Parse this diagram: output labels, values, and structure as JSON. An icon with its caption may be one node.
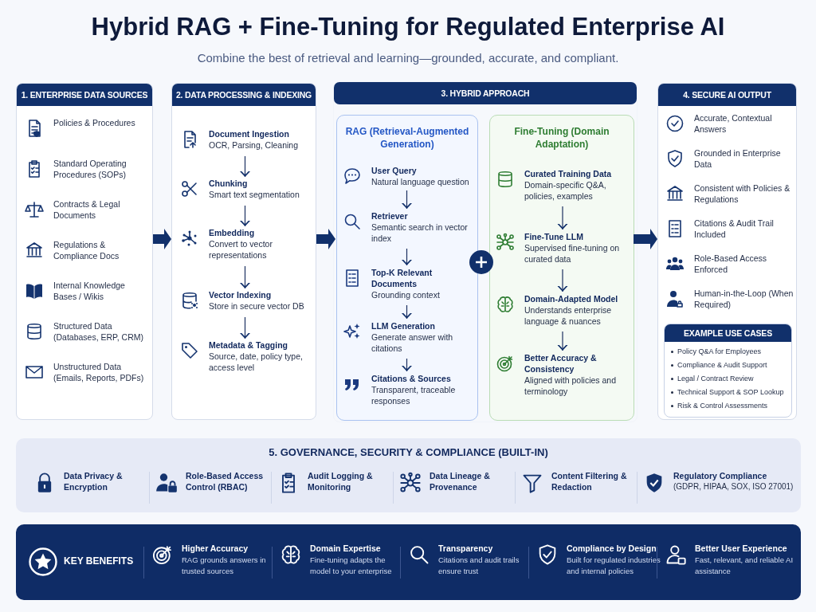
{
  "diagram": {
    "title": "Hybrid RAG + Fine-Tuning for Regulated Enterprise AI",
    "nodes": [
      {
        "text": [
          "1. ENTERPRISE DATA SOURCES"
        ]
      },
      {
        "text": [
          "Policies & Procedures"
        ],
        "in": 0
      },
      {
        "text": [
          "Standard Operating Procedures (SOPs)"
        ],
        "in": 0
      },
      {
        "text": [
          "Contracts & Legal Documents"
        ],
        "in": 0
      },
      {
        "text": [
          "Regulations & Compliance Docs"
        ],
        "in": 0
      },
      {
        "text": [
          "Internal Knowledge Bases / Wikis"
        ],
        "in": 0
      },
      {
        "text": [
          "Structured Data (Databases, ERP, CRM)"
        ],
        "in": 0
      },
      {
        "text": [
          "Unstructured Data (Emails, Reports, PDFs)"
        ],
        "in": 0
      },
      {
        "text": [
          "2. DATA PROCESSING & INDEXING"
        ]
      },
      {
        "text": [
          "Document Ingestion",
          "OCR, Parsing, Cleaning"
        ],
        "in": 8
      },
      {
        "text": [
          "Chunking",
          "Smart text segmentation"
        ],
        "in": 8
      },
      {
        "text": [
          "Embedding",
          "Convert to vector representations"
        ],
        "in": 8
      },
      {
        "text": [
          "Vector Indexing",
          "Store in secure vector DB"
        ],
        "in": 8
      },
      {
        "text": [
          "Metadata & Tagging",
          "Source, date, policy type, access level"
        ],
        "in": 8
      },
      {
        "text": [
          "3. HYBRID APPROACH"
        ]
      },
      {
        "text": [
          "RAG (Retrieval-Augmented Generation)"
        ],
        "in": 14
      },
      {
        "text": [
          "User Query",
          "Natural language question"
        ],
        "in": 15
      },
      {
        "text": [
          "Retriever",
          "Semantic search in vector index"
        ],
        "in": 15
      },
      {
        "text": [
          "Top-K Relevant Documents",
          "Grounding context"
        ],
        "in": 15
      },
      {
        "text": [
          "LLM Generation",
          "Generate answer with citations"
        ],
        "in": 15
      },
      {
        "text": [
          "Citations & Sources",
          "Transparent, traceable responses"
        ],
        "in": 15
      },
      {
        "text": [
          "Fine-Tuning (Domain Adaptation)"
        ],
        "in": 14
      },
      {
        "text": [
          "Curated Training Data",
          "Domain-specific Q&A, policies, examples"
        ],
        "in": 21
      },
      {
        "text": [
          "Fine-Tune LLM",
          "Supervised fine-tuning on curated data"
        ],
        "in": 21
      },
      {
        "text": [
          "Domain-Adapted Model",
          "Understands enterprise language & nuances"
        ],
        "in": 21
      },
      {
        "text": [
          "Better Accuracy & Consistency",
          "Aligned with policies and terminology"
        ],
        "in": 21
      },
      {
        "text": [
          "4. SECURE AI OUTPUT"
        ]
      },
      {
        "text": [
          "Accurate, Contextual Answers"
        ],
        "in": 26
      },
      {
        "text": [
          "Grounded in Enterprise Data"
        ],
        "in": 26
      },
      {
        "text": [
          "Consistent with Policies & Regulations"
        ],
        "in": 26
      },
      {
        "text": [
          "Citations & Audit Trail Included"
        ],
        "in": 26
      },
      {
        "text": [
          "Role-Based Access Enforced"
        ],
        "in": 26
      },
      {
        "text": [
          "Human-in-the-Loop (When Required)"
        ],
        "in": 26
      },
      {
        "text": [
          "EXAMPLE USE CASES",
          "Policy Q&A for Employees",
          "Compliance & Audit Support",
          "Legal / Contract Review",
          "Technical Support & SOP Lookup",
          "Risk & Control Assessments"
        ],
        "in": 26
      },
      {
        "text": [
          "5. GOVERNANCE, SECURITY & COMPLIANCE (BUILT-IN)"
        ]
      },
      {
        "text": [
          "Data Privacy & Encryption"
        ],
        "in": 34
      },
      {
        "text": [
          "Role-Based Access Control (RBAC)"
        ],
        "in": 34
      },
      {
        "text": [
          "Audit Logging & Monitoring"
        ],
        "in": 34
      },
      {
        "text": [
          "Data Lineage & Provenance"
        ],
        "in": 34
      },
      {
        "text": [
          "Content Filtering & Redaction"
        ],
        "in": 34
      },
      {
        "text": [
          "Regulatory Compliance",
          "(GDPR, HIPAA, SOX, ISO 27001)"
        ],
        "in": 34
      },
      {
        "text": [
          "KEY BENEFITS"
        ]
      },
      {
        "text": [
          "Higher Accuracy",
          "RAG grounds answers in trusted sources"
        ],
        "in": 41
      },
      {
        "text": [
          "Domain Expertise",
          "Fine-tuning adapts the model to your enterprise"
        ],
        "in": 41
      },
      {
        "text": [
          "Transparency",
          "Citations and audit trails ensure trust"
        ],
        "in": 41
      },
      {
        "text": [
          "Compliance by Design",
          "Built for regulated industries and internal policies"
        ],
        "in": 41
      },
      {
        "text": [
          "Better User Experience",
          "Fast, relevant, and reliable AI assistance"
        ],
        "in": 41
      },
      {
        "text": [],
        "shape": "circle",
        "in": 14
      }
    ],
    "edges": [
      {
        "from": 0,
        "to": 8,
        "arrow": "to",
        "style": "thick"
      },
      {
        "from": 8,
        "to": 15,
        "arrow": "to",
        "style": "thick"
      },
      {
        "from": 21,
        "to": 26,
        "arrow": "to",
        "style": "thick"
      },
      {
        "from": 9,
        "to": 10,
        "arrow": "to"
      },
      {
        "from": 10,
        "to": 11,
        "arrow": "to"
      },
      {
        "from": 11,
        "to": 12,
        "arrow": "to"
      },
      {
        "from": 12,
        "to": 13,
        "arrow": "to"
      },
      {
        "from": 16,
        "to": 17,
        "arrow": "to"
      },
      {
        "from": 17,
        "to": 18,
        "arrow": "to"
      },
      {
        "from": 18,
        "to": 19,
        "arrow": "to"
      },
      {
        "from": 19,
        "to": 20,
        "arrow": "to"
      },
      {
        "from": 22,
        "to": 23,
        "arrow": "to"
      },
      {
        "from": 23,
        "to": 24,
        "arrow": "to"
      },
      {
        "from": 24,
        "to": 25,
        "arrow": "to"
      }
    ],
    "labels": [
      "Combine the best of retrieval and learning—grounded, accurate, and compliant."
    ]
  }
}
